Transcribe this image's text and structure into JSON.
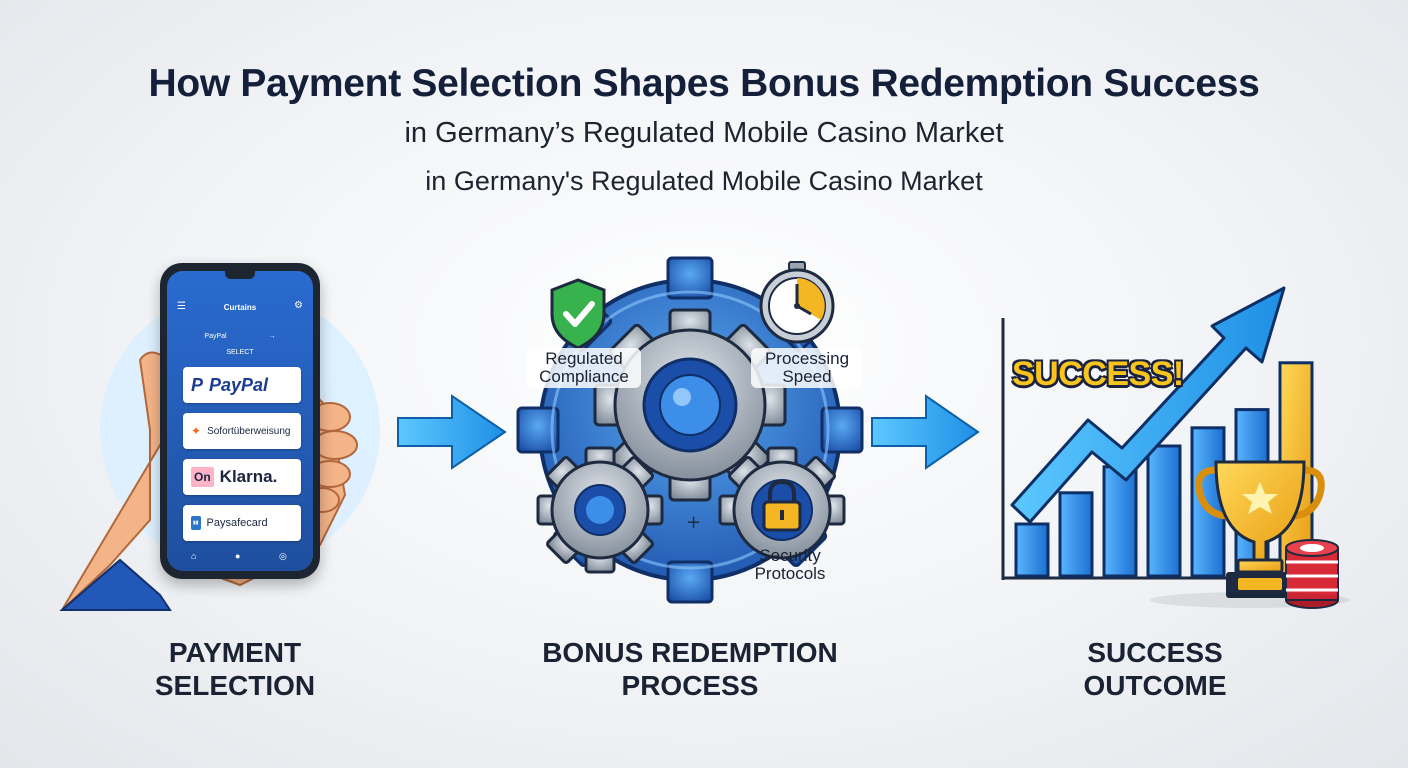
{
  "title": "How Payment Selection Shapes Bonus Redemption Success",
  "subtitle_line1": "in Germany’s Regulated Mobile Casino Market",
  "subtitle_line2": "in Germany's Regulated Mobile Casino Market",
  "stages": {
    "payment": {
      "label_line1": "PAYMENT",
      "label_line2": "SELECTION",
      "phone": {
        "header_title": "Curtains",
        "sub_banner": "PayPal",
        "sub_caption": "SELECT",
        "methods": [
          "PayPal",
          "Sofortüberweisung",
          "Klarna.",
          "Paysafecard"
        ],
        "klarna_badge": "On",
        "nav_items": [
          "Home",
          "Games",
          "More"
        ]
      }
    },
    "bonus": {
      "label_line1": "BONUS REDEMPTION",
      "label_line2": "PROCESS",
      "factors": {
        "compliance_line1": "Regulated",
        "compliance_line2": "Compliance",
        "speed_line1": "Processing",
        "speed_line2": "Speed",
        "security_line1": "Security",
        "security_line2": "Protocols"
      }
    },
    "success": {
      "label_line1": "SUCCESS",
      "label_line2": "OUTCOME",
      "banner": "SUCCESS!",
      "bar_levels": [
        0.2,
        0.32,
        0.42,
        0.5,
        0.57,
        0.64,
        0.82
      ]
    }
  },
  "colors": {
    "arrow_blue": "#29a9f0",
    "gear_blue": "#1e5fc2",
    "gear_gray": "#9aa4b0",
    "bar_blue": "#2f8fe8",
    "trophy_gold": "#f5b623",
    "shield_green": "#37b24d",
    "navy": "#14203a"
  }
}
